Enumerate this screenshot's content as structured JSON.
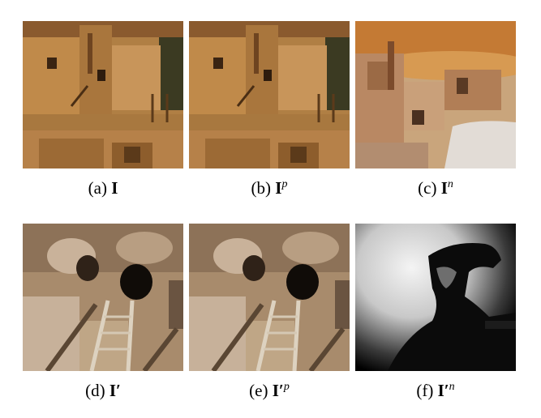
{
  "figure": {
    "panels": [
      {
        "label": "(a)",
        "symbol": "I",
        "prime": "",
        "sup": ""
      },
      {
        "label": "(b)",
        "symbol": "I",
        "prime": "",
        "sup": "p"
      },
      {
        "label": "(c)",
        "symbol": "I",
        "prime": "",
        "sup": "n"
      },
      {
        "label": "(d)",
        "symbol": "I",
        "prime": "′",
        "sup": ""
      },
      {
        "label": "(e)",
        "symbol": "I",
        "prime": "′",
        "sup": "p"
      },
      {
        "label": "(f)",
        "symbol": "I",
        "prime": "′",
        "sup": "n"
      }
    ]
  }
}
